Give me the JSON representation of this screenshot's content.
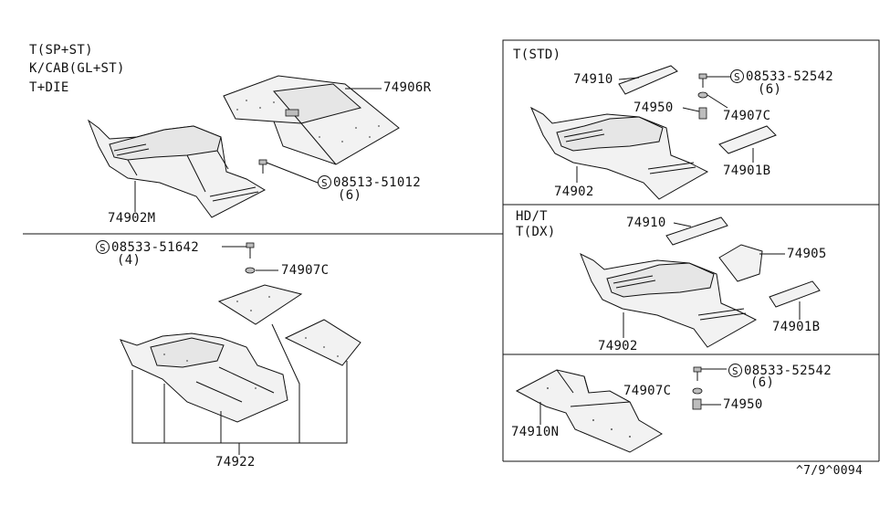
{
  "left_panel": {
    "variant_lines": [
      "T(SP+ST)",
      "K/CAB(GL+ST)",
      "T+DIE"
    ],
    "part_74906R": "74906R",
    "screw_callout": "08513-51012",
    "screw_qty": "(6)",
    "part_74902M": "74902M",
    "screw2_callout": "08533-51642",
    "screw2_qty": "(4)",
    "part_74907C": "74907C",
    "part_74922": "74922",
    "screw_symbol": "S"
  },
  "std_box": {
    "title": "T(STD)",
    "part_74910": "74910",
    "screw_callout": "08533-52542",
    "screw_qty": "(6)",
    "part_74950": "74950",
    "part_74907C": "74907C",
    "part_74901B": "74901B",
    "part_74902": "74902"
  },
  "dx_box": {
    "title_line1": "HD/T",
    "title_line2": "T(DX)",
    "part_74910": "74910",
    "part_74905": "74905",
    "part_74901B": "74901B",
    "part_74902": "74902"
  },
  "bottom_box": {
    "screw_callout": "08533-52542",
    "screw_qty": "(6)",
    "part_74907C": "74907C",
    "part_74950": "74950",
    "part_74910N": "74910N"
  },
  "footer_code": "^7/9^0094"
}
